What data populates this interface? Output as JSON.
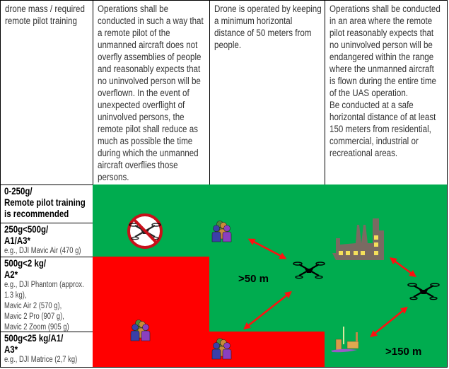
{
  "header": {
    "col1": [
      "drone mass / required",
      "remote pilot training"
    ],
    "col2": [
      "Operations shall be",
      "conducted in such a way that",
      "a remote pilot of the",
      "unmanned aircraft does not",
      "overfly assemblies of people",
      "and reasonably expects that",
      "no uninvolved person will be",
      "overflown. In the event of",
      "unexpected overflight of",
      "uninvolved persons, the",
      "remote pilot shall reduce as",
      "much as possible the time",
      "during which the unmanned",
      "aircraft overflies those",
      "persons."
    ],
    "col3": [
      "Drone is operated by keeping",
      "a minimum horizontal",
      "distance of 50 meters from",
      "people."
    ],
    "col4": [
      "Operations shall be conducted",
      "in an area where the remote",
      "pilot reasonably expects that",
      "no uninvolved person will be",
      "endangered within the range",
      "where the unmanned aircraft",
      "is flown during the entire time",
      "of the UAS operation.",
      "Be conducted at a safe",
      "horizontal distance of at least",
      "150 meters from residential,",
      "commercial, industrial or",
      "recreational areas."
    ]
  },
  "rows": [
    {
      "bold": [
        "0-250g/",
        "Remote pilot training",
        "is recommended"
      ],
      "small": []
    },
    {
      "bold": [
        "250g<500g/",
        "A1/A3*"
      ],
      "small": [
        "e.g., DJI Mavic Air (470 g)"
      ]
    },
    {
      "bold": [
        "500g<2 kg/",
        "A2*"
      ],
      "small": [
        "e.g., DJI Phantom (approx.",
        "1.3 kg),",
        "Mavic Air 2 (570 g),",
        "Mavic 2 Pro (907 g),",
        "Mavic 2 Zoom (905 g)"
      ]
    },
    {
      "bold": [
        "500g<25 kg/A1/",
        "A3*"
      ],
      "small": [
        "e.g., DJI Matrice (2,7 kg)"
      ]
    }
  ],
  "labels": {
    "dist50": ">50 m",
    "dist150": ">150 m"
  },
  "colors": {
    "allowed": "#00ac4f",
    "forbidden": "#ff0000"
  }
}
